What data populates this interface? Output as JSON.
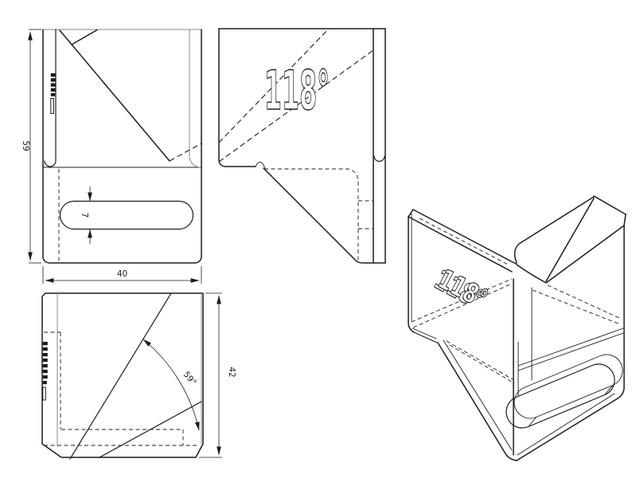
{
  "colors": {
    "background": "#ffffff",
    "line": "#1c1c1c",
    "thin_tangent_line": "#8a8a8a"
  },
  "views": {
    "front": {
      "dim_height": "59",
      "dim_width": "40",
      "dim_slot_height": "7"
    },
    "side": {
      "embossed_label": "118°"
    },
    "bottom": {
      "dim_depth": "42",
      "dim_angle": "59°"
    },
    "isometric": {
      "embossed_label": "118°"
    }
  }
}
